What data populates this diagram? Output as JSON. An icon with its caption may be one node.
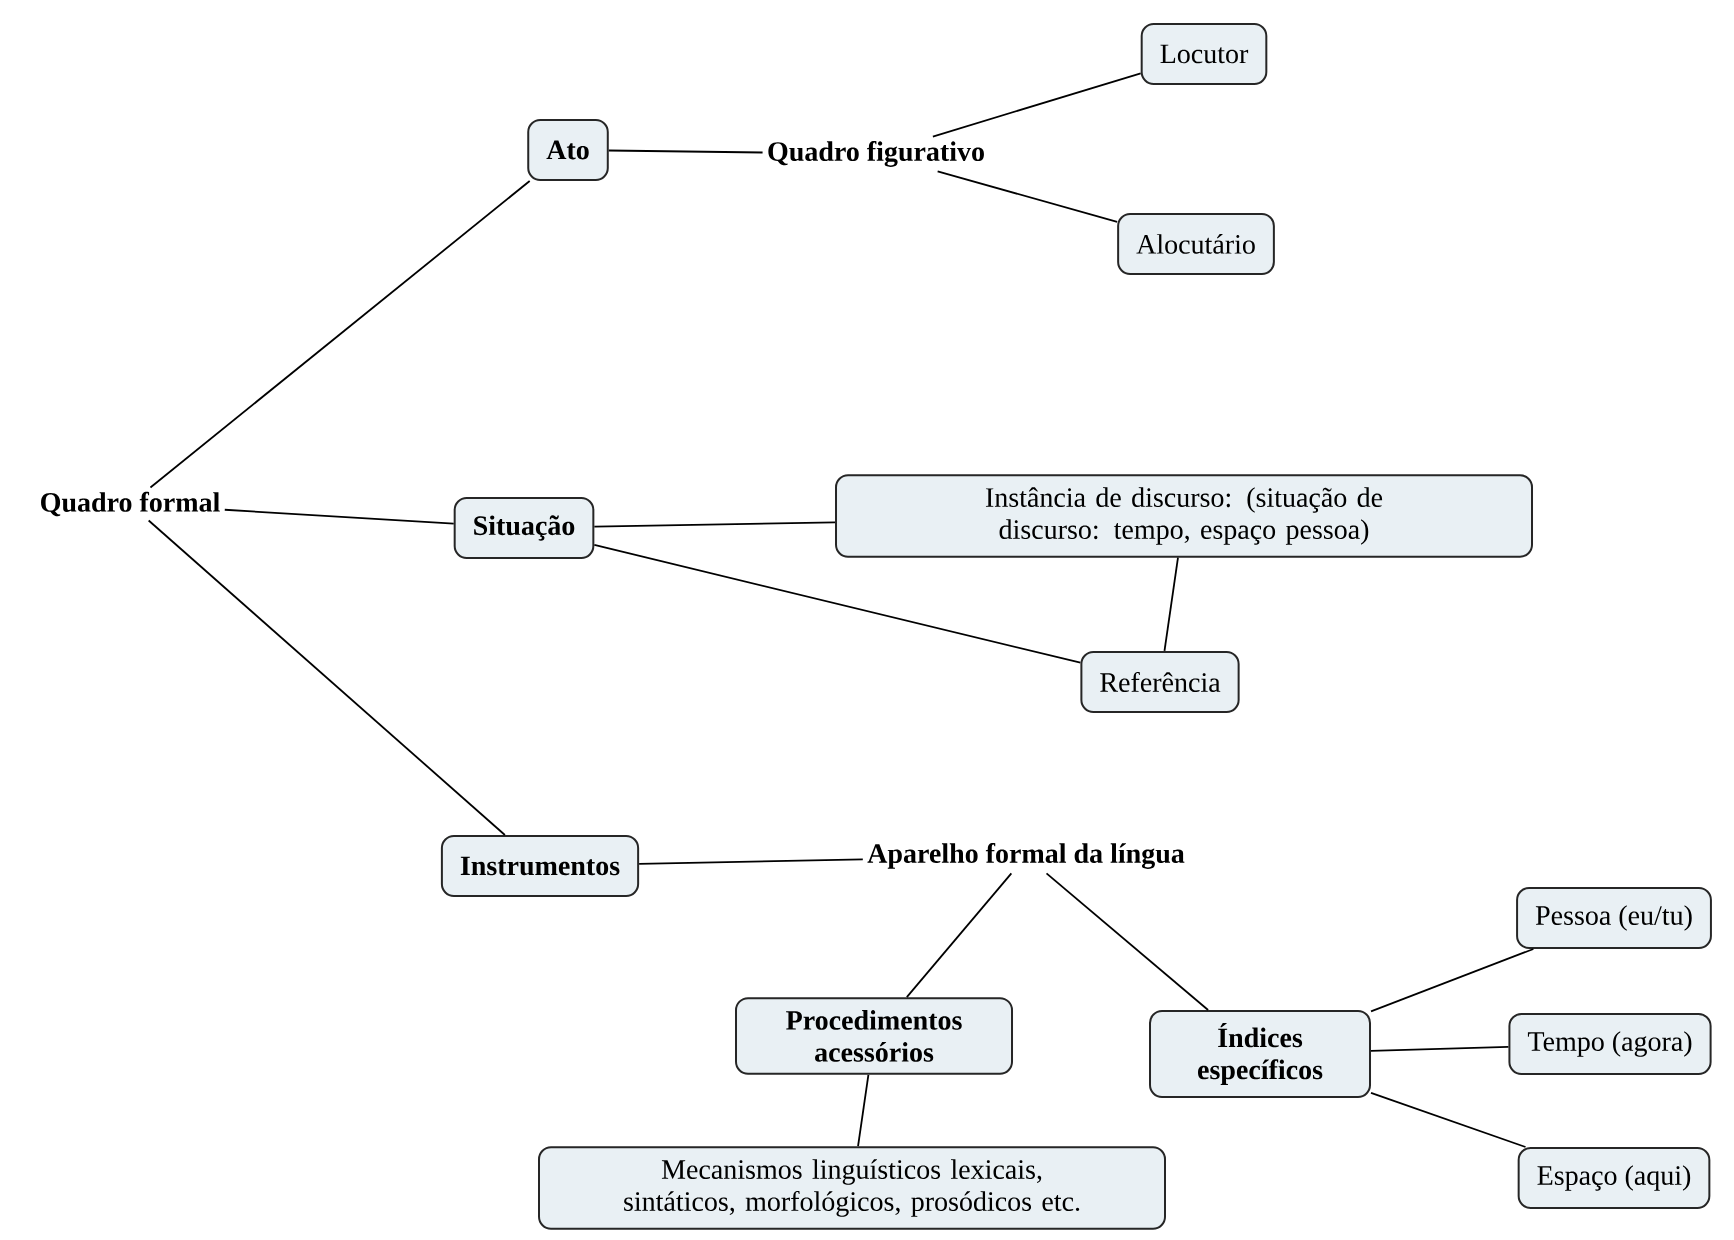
{
  "diagram": {
    "nodes": [
      {
        "text": [
          "Quadro formal"
        ]
      },
      {
        "text": [
          "Ato"
        ]
      },
      {
        "text": [
          "Quadro figurativo"
        ]
      },
      {
        "text": [
          "Locutor"
        ]
      },
      {
        "text": [
          "Alocutário"
        ]
      },
      {
        "text": [
          "Situação"
        ]
      },
      {
        "text": [
          "Instância de discurso: (situação de discurso: tempo, espaço pessoa)"
        ]
      },
      {
        "text": [
          "Referência"
        ]
      },
      {
        "text": [
          "Instrumentos"
        ]
      },
      {
        "text": [
          "Aparelho formal da língua"
        ]
      },
      {
        "text": [
          "Procedimentos acessórios"
        ]
      },
      {
        "text": [
          "Índices específicos"
        ]
      },
      {
        "text": [
          "Pessoa (eu/tu)"
        ]
      },
      {
        "text": [
          "Tempo (agora)"
        ]
      },
      {
        "text": [
          "Espaço (aqui)"
        ]
      },
      {
        "text": [
          "Mecanismos linguísticos lexicais, sintáticos, morfológicos, prosódicos etc."
        ]
      }
    ],
    "edges": [
      {
        "from": 0,
        "to": 1,
        "arrow": "none"
      },
      {
        "from": 0,
        "to": 5,
        "arrow": "none"
      },
      {
        "from": 0,
        "to": 8,
        "arrow": "none"
      },
      {
        "from": 1,
        "to": 2,
        "arrow": "none"
      },
      {
        "from": 2,
        "to": 3,
        "arrow": "none"
      },
      {
        "from": 2,
        "to": 4,
        "arrow": "none"
      },
      {
        "from": 5,
        "to": 6,
        "arrow": "none"
      },
      {
        "from": 5,
        "to": 7,
        "arrow": "none"
      },
      {
        "from": 6,
        "to": 7,
        "arrow": "none"
      },
      {
        "from": 8,
        "to": 9,
        "arrow": "none"
      },
      {
        "from": 9,
        "to": 10,
        "arrow": "none"
      },
      {
        "from": 9,
        "to": 11,
        "arrow": "none"
      },
      {
        "from": 11,
        "to": 12,
        "arrow": "none"
      },
      {
        "from": 11,
        "to": 13,
        "arrow": "none"
      },
      {
        "from": 11,
        "to": 14,
        "arrow": "none"
      },
      {
        "from": 10,
        "to": 15,
        "arrow": "none"
      }
    ]
  }
}
